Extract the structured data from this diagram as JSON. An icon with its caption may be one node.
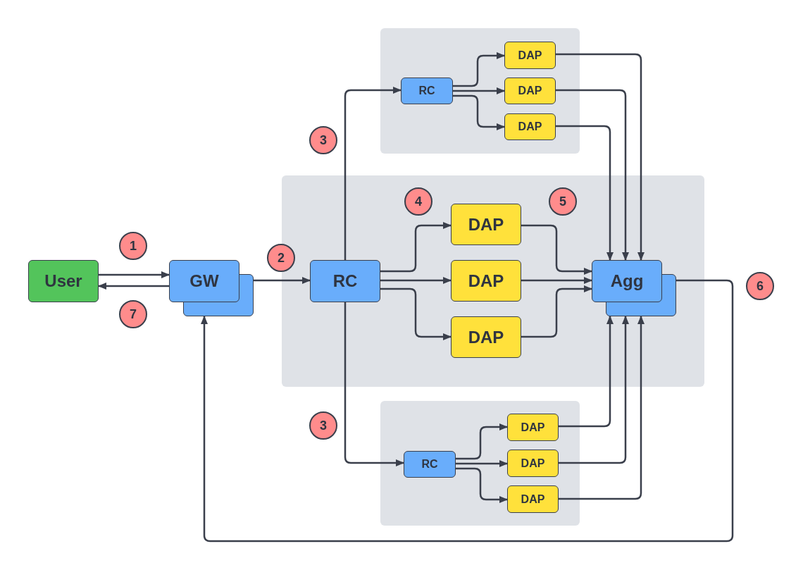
{
  "diagram": {
    "nodes": [
      {
        "text": [],
        "shape": "box"
      },
      {
        "text": [
          "RC"
        ],
        "in": 0
      },
      {
        "text": [
          "DAP"
        ],
        "in": 0
      },
      {
        "text": [
          "DAP"
        ],
        "in": 0
      },
      {
        "text": [
          "DAP"
        ],
        "in": 0
      },
      {
        "text": [
          "3"
        ]
      },
      {
        "text": [],
        "shape": "box"
      },
      {
        "text": [
          "4"
        ],
        "in": 6
      },
      {
        "text": [
          "5"
        ],
        "in": 6
      },
      {
        "text": [
          "DAP"
        ],
        "in": 6
      },
      {
        "text": [
          "1"
        ]
      },
      {
        "text": [
          "2"
        ]
      },
      {
        "text": [
          "User"
        ]
      },
      {
        "text": [
          "GW"
        ]
      },
      {
        "text": [
          "RC"
        ],
        "in": 6
      },
      {
        "text": [
          "DAP"
        ],
        "in": 6
      },
      {
        "text": [
          "Agg"
        ],
        "in": 6
      },
      {
        "text": [
          "6"
        ]
      },
      {
        "text": [
          "7"
        ]
      },
      {
        "text": [
          "DAP"
        ],
        "in": 6
      },
      {
        "text": [],
        "shape": "box"
      },
      {
        "text": [
          "3"
        ]
      },
      {
        "text": [
          "DAP"
        ],
        "in": 20
      },
      {
        "text": [
          "RC"
        ],
        "in": 20
      },
      {
        "text": [
          "DAP"
        ],
        "in": 20
      },
      {
        "text": [
          "DAP"
        ],
        "in": 20
      }
    ],
    "edges": [
      {
        "from": 12,
        "to": 13,
        "arrow": "to"
      },
      {
        "from": 13,
        "to": 12,
        "arrow": "to"
      },
      {
        "from": 13,
        "to": 14,
        "arrow": "to"
      },
      {
        "from": 14,
        "to": 1,
        "arrow": "to"
      },
      {
        "from": 14,
        "to": 23,
        "arrow": "to"
      },
      {
        "from": 14,
        "to": 9,
        "arrow": "to"
      },
      {
        "from": 14,
        "to": 15,
        "arrow": "to"
      },
      {
        "from": 14,
        "to": 19,
        "arrow": "to"
      },
      {
        "from": 9,
        "to": 16,
        "arrow": "to"
      },
      {
        "from": 15,
        "to": 16,
        "arrow": "to"
      },
      {
        "from": 19,
        "to": 16,
        "arrow": "to"
      },
      {
        "from": 1,
        "to": 2,
        "arrow": "to"
      },
      {
        "from": 1,
        "to": 3,
        "arrow": "to"
      },
      {
        "from": 1,
        "to": 4,
        "arrow": "to"
      },
      {
        "from": 2,
        "to": 16,
        "arrow": "to"
      },
      {
        "from": 3,
        "to": 16,
        "arrow": "to"
      },
      {
        "from": 4,
        "to": 16,
        "arrow": "to"
      },
      {
        "from": 23,
        "to": 22,
        "arrow": "to"
      },
      {
        "from": 23,
        "to": 24,
        "arrow": "to"
      },
      {
        "from": 23,
        "to": 25,
        "arrow": "to"
      },
      {
        "from": 22,
        "to": 16,
        "arrow": "to"
      },
      {
        "from": 24,
        "to": 16,
        "arrow": "to"
      },
      {
        "from": 25,
        "to": 16,
        "arrow": "to"
      },
      {
        "from": 16,
        "to": 13,
        "arrow": "to"
      }
    ]
  }
}
